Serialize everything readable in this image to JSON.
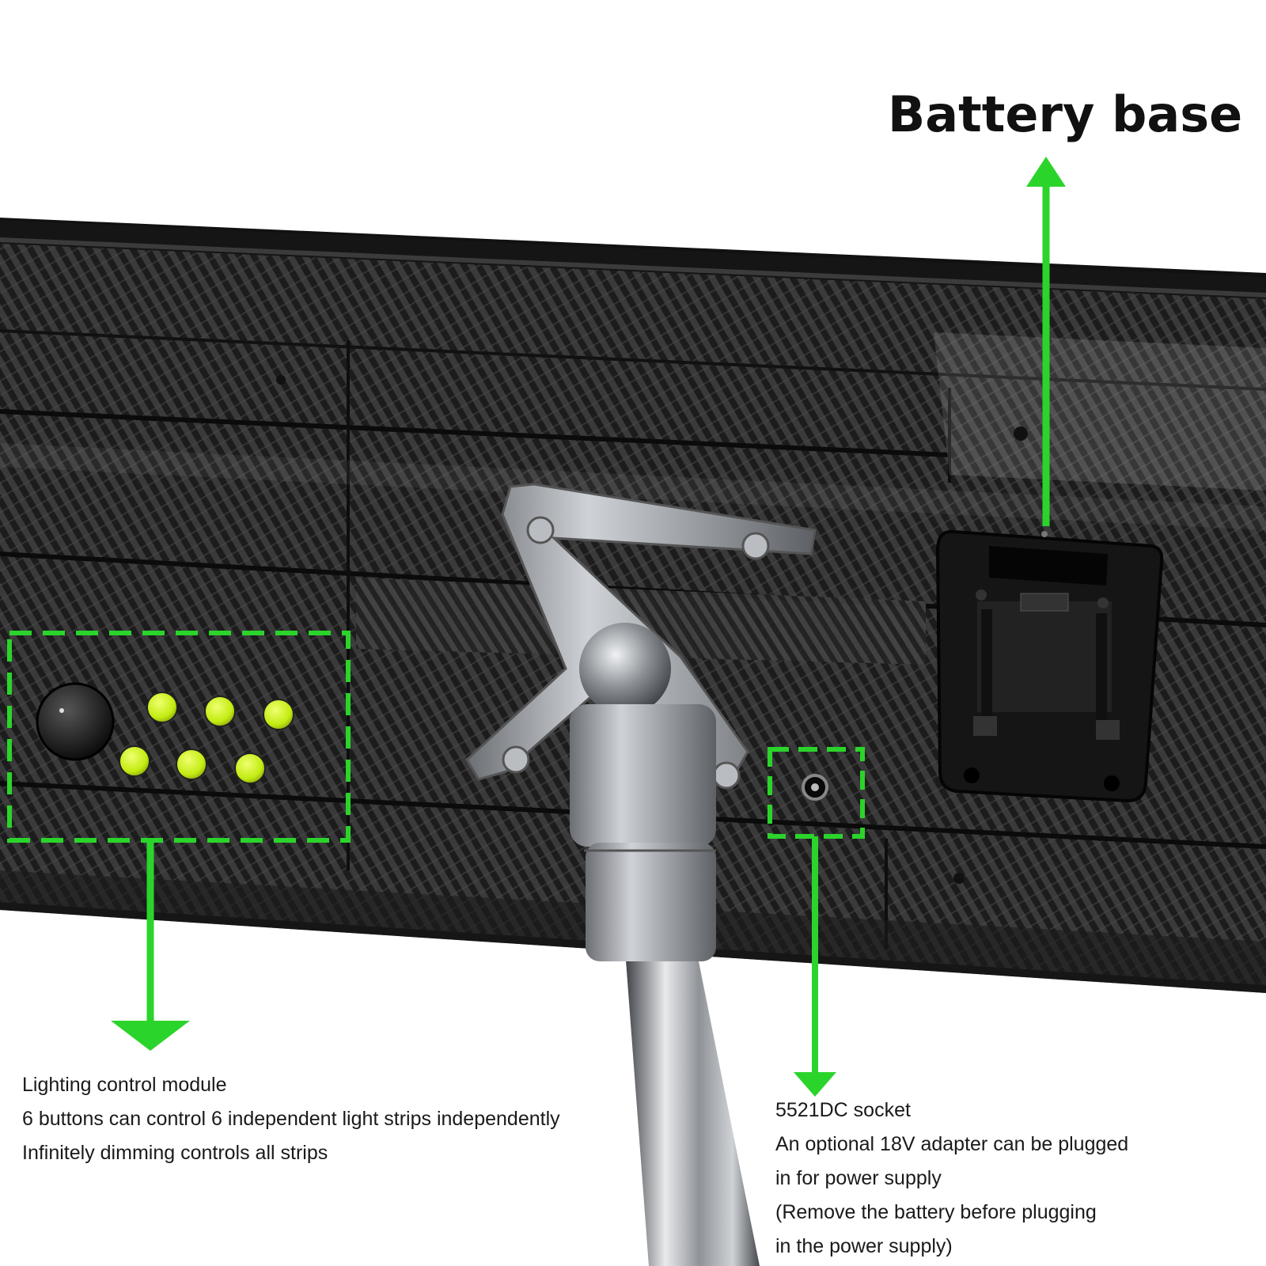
{
  "battery_label": "Battery base",
  "control_caption": {
    "line1": "Lighting control module",
    "line2": "6 buttons can control 6 independent light strips independently",
    "line3": "Infinitely dimming controls all strips"
  },
  "socket_caption": {
    "line1": "5521DC socket",
    "line2": "An optional 18V adapter can be plugged",
    "line3": "in for power supply",
    "line4": "(Remove the battery before plugging",
    "line5": "in the power supply)"
  },
  "colors": {
    "annotation_green": "#2bd42b",
    "button_yellow_green": "#c9f21a",
    "carbon_dark": "#2a2a2a"
  }
}
